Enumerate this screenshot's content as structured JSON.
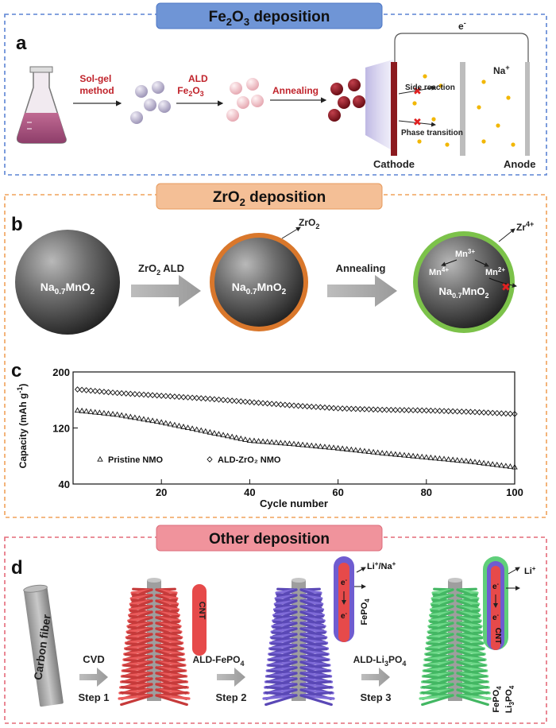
{
  "panels": {
    "fe": {
      "letter": "a",
      "header": {
        "pre": "Fe",
        "sub": "2",
        "mid": "O",
        "sub2": "3",
        "post": " deposition"
      },
      "step_solgel": [
        "Sol-gel",
        "method"
      ],
      "step_ald": {
        "line1": "ALD",
        "pre": "Fe",
        "sub": "2",
        "mid": "O",
        "sub2": "3"
      },
      "step_anneal": "Annealing",
      "electron": "e",
      "electron_sup": "-",
      "na": "Na",
      "na_sup": "+",
      "side_reaction": "Side reaction",
      "phase_transition": "Phase transition",
      "cathode": "Cathode",
      "anode": "Anode",
      "colors": {
        "header_bg": "#6f95d6",
        "border": "#5b84d3",
        "text_red": "#c0232b",
        "cathode": "#8b1a1f",
        "particle_dark": "#7a1018",
        "na_ion": "#f2b705"
      }
    },
    "zr": {
      "letter": "b",
      "header": {
        "pre": "ZrO",
        "sub": "2",
        "post": " deposition"
      },
      "sphere": {
        "pre": "Na",
        "sub": "0.7",
        "post": "MnO",
        "sub2": "2"
      },
      "step1": {
        "pre": "ZrO",
        "sub": "2",
        "post": " ALD"
      },
      "step2": "Annealing",
      "zro2_label": {
        "pre": "ZrO",
        "sub": "2"
      },
      "zr4_label": {
        "pre": "Zr",
        "sup": "4+"
      },
      "mn3": {
        "pre": "Mn",
        "sup": "3+"
      },
      "mn4": {
        "pre": "Mn",
        "sup": "4+"
      },
      "mn2": {
        "pre": "Mn",
        "sup": "2+"
      },
      "colors": {
        "header_bg": "#f4bf96",
        "border": "#f0a25a",
        "shell_orange": "#d9772b",
        "shell_green": "#7cc24a"
      }
    },
    "other": {
      "letter": "d",
      "header": "Other deposition",
      "carbon_fiber": "Carbon fiber",
      "cvd": "CVD",
      "step1": "Step 1",
      "step2_label": {
        "pre": "ALD-FePO",
        "sub": "4"
      },
      "step2": "Step 2",
      "step3_label": {
        "pre": "ALD-Li",
        "sub": "3",
        "post": "PO",
        "sub2": "4"
      },
      "step3": "Step 3",
      "cnt": "CNT",
      "li_na": {
        "pre": "Li",
        "sup": "+",
        "mid": "/Na",
        "sup2": "+"
      },
      "li": {
        "pre": "Li",
        "sup": "+"
      },
      "fepo4": {
        "pre": "FePO",
        "sub": "4"
      },
      "li3po4": {
        "pre": "Li",
        "sub": "3",
        "post": "PO",
        "sub2": "4"
      },
      "e": "e",
      "e_sup": "-",
      "colors": {
        "header_bg": "#f0939c",
        "border": "#e46b79",
        "cnt": "#e64a4a",
        "fepo4": "#6f5cd0",
        "li3po4": "#5fcf7a"
      }
    }
  },
  "chart_data": {
    "type": "scatter",
    "letter": "c",
    "xlabel": "Cycle number",
    "ylabel_pre": "Capacity (mAh g",
    "ylabel_sup": "-1",
    "ylabel_post": ")",
    "xlim": [
      0,
      100
    ],
    "ylim": [
      40,
      200
    ],
    "xticks": [
      20,
      40,
      60,
      80,
      100
    ],
    "yticks": [
      40,
      120,
      200
    ],
    "legend_placement": "bottom-left",
    "series": [
      {
        "name": "Pristine NMO",
        "marker": "triangle",
        "x": [
          1,
          10,
          20,
          30,
          40,
          50,
          60,
          70,
          80,
          90,
          100
        ],
        "y": [
          145,
          139,
          128,
          115,
          102,
          97,
          91,
          84,
          78,
          72,
          64
        ]
      },
      {
        "name": "ALD-ZrO₂ NMO",
        "marker": "diamond",
        "x": [
          1,
          10,
          20,
          30,
          40,
          50,
          60,
          70,
          80,
          90,
          100
        ],
        "y": [
          175,
          170,
          166,
          162,
          157,
          152,
          148,
          146,
          145,
          143,
          140
        ]
      }
    ]
  }
}
